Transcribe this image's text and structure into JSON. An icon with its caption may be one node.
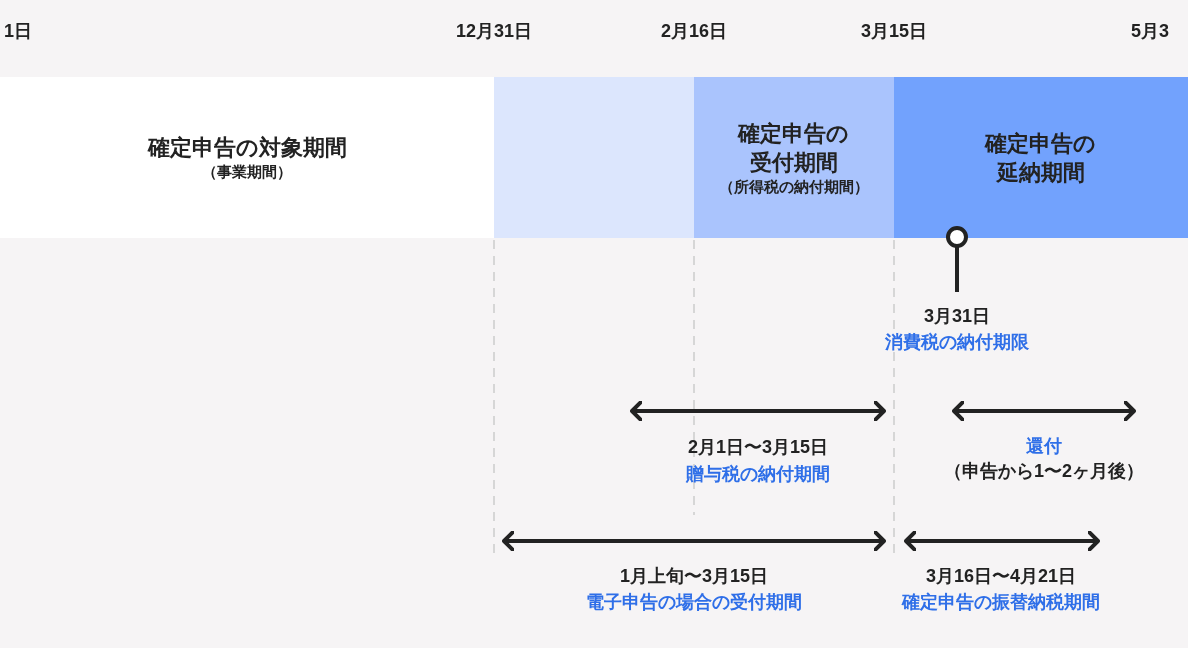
{
  "diagram": {
    "nodes": [
      {
        "text": [
          "確定申告の対象期間",
          "（事業期間）"
        ]
      },
      {
        "text": [],
        "shape": "bar"
      },
      {
        "text": [
          "確定申告の受付期間",
          "（所得税の納付期間）"
        ]
      },
      {
        "text": [
          "確定申告の延納期間"
        ]
      }
    ],
    "labels": [
      "1日",
      "12月31日",
      "2月16日",
      "3月15日",
      "5月3",
      "3月31日",
      "消費税の納付期限",
      "2月1日〜3月15日",
      "贈与税の納付期間",
      "還付",
      "（申告から1〜2ヶ月後）",
      "1月上旬〜3月15日",
      "電子申告の場合の受付期間",
      "3月16日〜4月21日",
      "確定申告の振替納税期間"
    ]
  }
}
